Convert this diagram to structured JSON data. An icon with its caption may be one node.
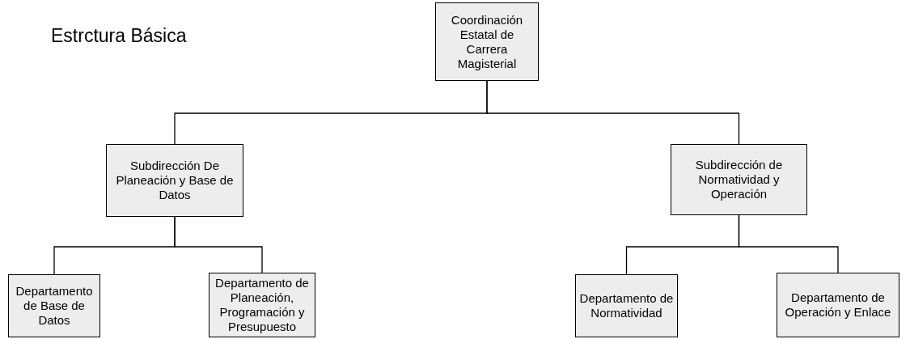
{
  "diagram": {
    "nodes": [
      {
        "text": [
          "Coordinación Estatal de Carrera Magisterial"
        ]
      },
      {
        "text": [
          "Subdirección De Planeación y Base de Datos"
        ]
      },
      {
        "text": [
          "Subdirección de Normatividad y Operación"
        ]
      },
      {
        "text": [
          "Departamento de Base de Datos"
        ]
      },
      {
        "text": [
          "Departamento de Planeación, Programación y Presupuesto"
        ]
      },
      {
        "text": [
          "Departamento de Normatividad"
        ]
      },
      {
        "text": [
          "Departamento de Operación y Enlace"
        ]
      }
    ],
    "edges": [
      {
        "from": 0,
        "to": 1,
        "arrow": "none"
      },
      {
        "from": 0,
        "to": 2,
        "arrow": "none"
      },
      {
        "from": 1,
        "to": 3,
        "arrow": "none"
      },
      {
        "from": 1,
        "to": 4,
        "arrow": "none"
      },
      {
        "from": 2,
        "to": 5,
        "arrow": "none"
      },
      {
        "from": 2,
        "to": 6,
        "arrow": "none"
      }
    ],
    "title": "Estrctura Básica"
  }
}
